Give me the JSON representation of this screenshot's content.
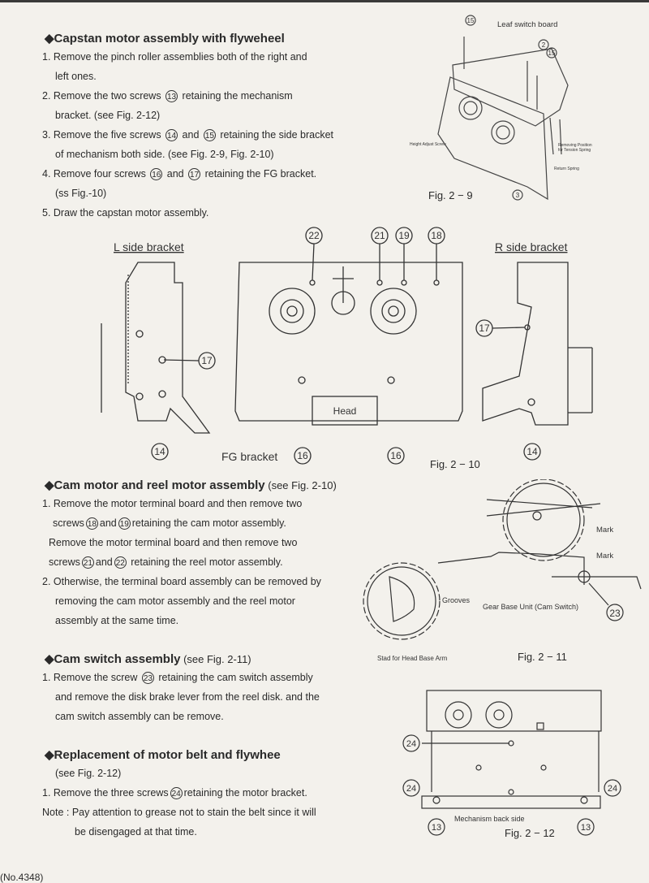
{
  "sections": [
    {
      "heading": "Capstan motor assembly with flyweheel",
      "sub": "",
      "lines": [
        [
          {
            "t": "1. Remove the pinch roller assemblies both of the right and"
          }
        ],
        [
          {
            "t": "left ones."
          }
        ],
        [
          {
            "t": "2. Remove the two screws  "
          },
          {
            "c": "13"
          },
          {
            "t": " retaining the mechanism"
          }
        ],
        [
          {
            "t": "bracket. (see Fig. 2-12)"
          }
        ],
        [
          {
            "t": "3. Remove the five screws "
          },
          {
            "c": "14"
          },
          {
            "t": " and "
          },
          {
            "c": "15"
          },
          {
            "t": " retaining the side bracket"
          }
        ],
        [
          {
            "t": "of mechanism both side. (see Fig. 2-9, Fig. 2-10)"
          }
        ],
        [
          {
            "t": "4. Remove four screws "
          },
          {
            "c": "16"
          },
          {
            "t": " and "
          },
          {
            "c": "17"
          },
          {
            "t": " retaining the FG bracket."
          }
        ],
        [
          {
            "t": "(ss Fig.-10)"
          }
        ],
        [
          {
            "t": "5. Draw the capstan motor assembly."
          }
        ]
      ]
    },
    {
      "heading": "Cam motor and reel motor assembly",
      "sub": " (see Fig. 2-10)",
      "lines": [
        [
          {
            "t": "1. Remove the motor terminal board and then remove two"
          }
        ],
        [
          {
            "t": "screws"
          },
          {
            "c": "18"
          },
          {
            "t": "and"
          },
          {
            "c": "19"
          },
          {
            "t": "retaining the cam motor assembly."
          }
        ],
        [
          {
            "t": "Remove the motor terminal board and then remove  two"
          }
        ],
        [
          {
            "t": "screws"
          },
          {
            "c": "21"
          },
          {
            "t": "and"
          },
          {
            "c": "22"
          },
          {
            "t": " retaining the reel motor assembly."
          }
        ],
        [
          {
            "t": "2. Otherwise, the terminal board assembly can be removed by"
          }
        ],
        [
          {
            "t": "removing the cam motor assembly and the reel motor"
          }
        ],
        [
          {
            "t": "assembly at the same time."
          }
        ]
      ]
    },
    {
      "heading": "Cam switch assembly",
      "sub": " (see Fig. 2-11)",
      "lines": [
        [
          {
            "t": "1. Remove the screw "
          },
          {
            "c": "23"
          },
          {
            "t": " retaining the cam switch assembly"
          }
        ],
        [
          {
            "t": "and remove the disk brake lever from the reel disk. and the"
          }
        ],
        [
          {
            "t": "cam switch assembly can be remove."
          }
        ]
      ]
    },
    {
      "heading": "Replacement of motor belt and flywhee",
      "sub": "",
      "lines": [
        [
          {
            "t": "(see Fig. 2-12)"
          }
        ],
        [
          {
            "t": "1. Remove the three screws"
          },
          {
            "c": "24"
          },
          {
            "t": "retaining the motor bracket."
          }
        ],
        [
          {
            "t": "Note : Pay attention to grease not to stain the belt since it will"
          }
        ],
        [
          {
            "t": "be disengaged at that time."
          }
        ]
      ]
    }
  ],
  "fig9": {
    "caption": "Fig. 2 − 9",
    "leaf": "Leaf switch board",
    "height": "Height Adjust Screw",
    "removing": "Removing Position",
    "tension": "for Tension Spring",
    "return": "Return Spring",
    "n15": "15",
    "n2": "2",
    "n3": "3"
  },
  "fig10": {
    "caption": "Fig. 2 − 10",
    "left": "L side bracket",
    "right": "R side bracket",
    "head": "Head",
    "fg": "FG bracket",
    "n22": "22",
    "n21": "21",
    "n19": "19",
    "n18": "18",
    "n17": "17",
    "n14": "14",
    "n16": "16"
  },
  "fig11": {
    "caption": "Fig. 2 − 11",
    "mark": "Mark",
    "grooves": "Grooves",
    "gear": "Gear Base Unit (Cam Switch)",
    "stad": "Stad for Head Base Arm",
    "n23": "23"
  },
  "fig12": {
    "caption": "Fig. 2 − 12",
    "back": "Mechanism back side",
    "n24": "24",
    "n13": "13"
  },
  "footer": "(No.4348)"
}
